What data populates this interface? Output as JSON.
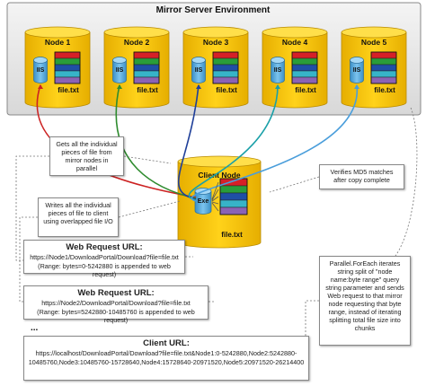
{
  "diagram": {
    "title": "Mirror Server Environment",
    "nodes": [
      {
        "name": "Node 1",
        "iis": "IIS",
        "file": "file.txt"
      },
      {
        "name": "Node 2",
        "iis": "IIS",
        "file": "file.txt"
      },
      {
        "name": "Node 3",
        "iis": "IIS",
        "file": "file.txt"
      },
      {
        "name": "Node 4",
        "iis": "IIS",
        "file": "file.txt"
      },
      {
        "name": "Node 5",
        "iis": "IIS",
        "file": "file.txt"
      }
    ],
    "client_node": {
      "name": "Client Node",
      "exe": "Exe",
      "file": "file.txt"
    },
    "callouts": {
      "gets_pieces": "Gets all the individual pieces of file from mirror nodes in parallel",
      "writes_pieces": "Writes all the individual pieces of file to client using overlapped file I/O",
      "verifies_md5": "Verifies MD5 matches after copy complete",
      "parallel_foreach": "Parallel.ForEach iterates string split of \"node name:byte range\" query string parameter and sends Web request to that mirror node requesting that byte range, instead of iterating splitting total file size into chunks"
    },
    "requests": [
      {
        "title": "Web Request URL:",
        "line1": "https://Node1/DownloadPortal/Download?file=file.txt",
        "line2": "(Range: bytes=0-5242880 is appended to web request)"
      },
      {
        "title": "Web Request URL:",
        "line1": "https://Node2/DownloadPortal/Download?file=file.txt",
        "line2": "(Range: bytes=5242880-10485760 is appended to web request)"
      }
    ],
    "ellipsis": "...",
    "client_url": {
      "title": "Client URL:",
      "line1": "https://localhost/DownloadPortal/Download?file=file.txt&Node1:0-5242880,Node2:5242880-",
      "line2": "10485760,Node3:10485760-15728640,Node4:15728640-20971520,Node5:20971520-26214400"
    },
    "colors": {
      "cylinder": "#f5c400",
      "cylinder_dark": "#e0a800",
      "iis": "#4fa7d8",
      "stack": [
        "#d62027",
        "#2a9d3a",
        "#1f4fa5",
        "#37b4c8",
        "#8b63b5"
      ],
      "arrows": [
        "#cc2222",
        "#2e8b2e",
        "#1f3f99",
        "#1aa0a8",
        "#4a9edb"
      ]
    }
  }
}
